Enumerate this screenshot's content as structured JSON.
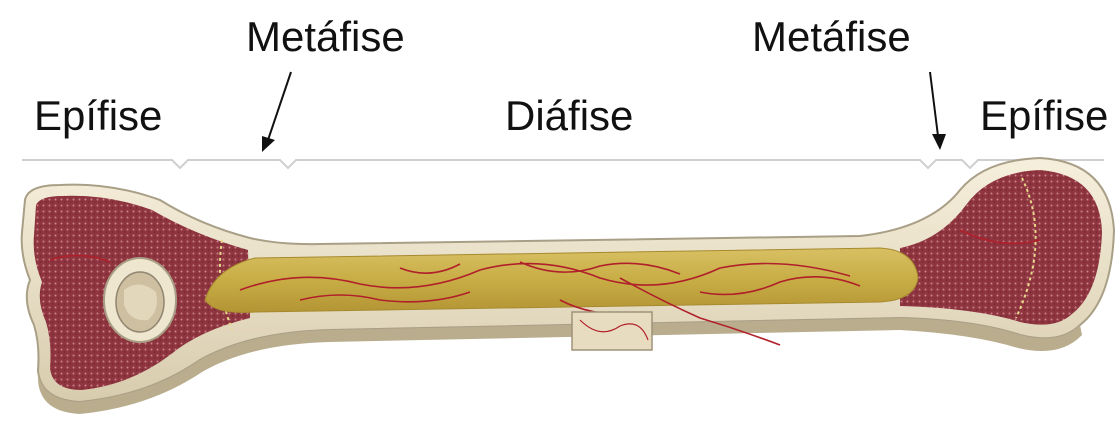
{
  "labels": {
    "epiphysis_left": "Epífise",
    "metaphysis_left": "Metáfise",
    "diaphysis": "Diáfise",
    "metaphysis_right": "Metáfise",
    "epiphysis_right": "Epífise"
  },
  "colors": {
    "cortex": "#efe6cf",
    "cortex_edge": "#a99f86",
    "spongy_bone": "#8f3540",
    "marrow": "#c8ad45",
    "vessels": "#b0202a",
    "text": "#111111"
  }
}
